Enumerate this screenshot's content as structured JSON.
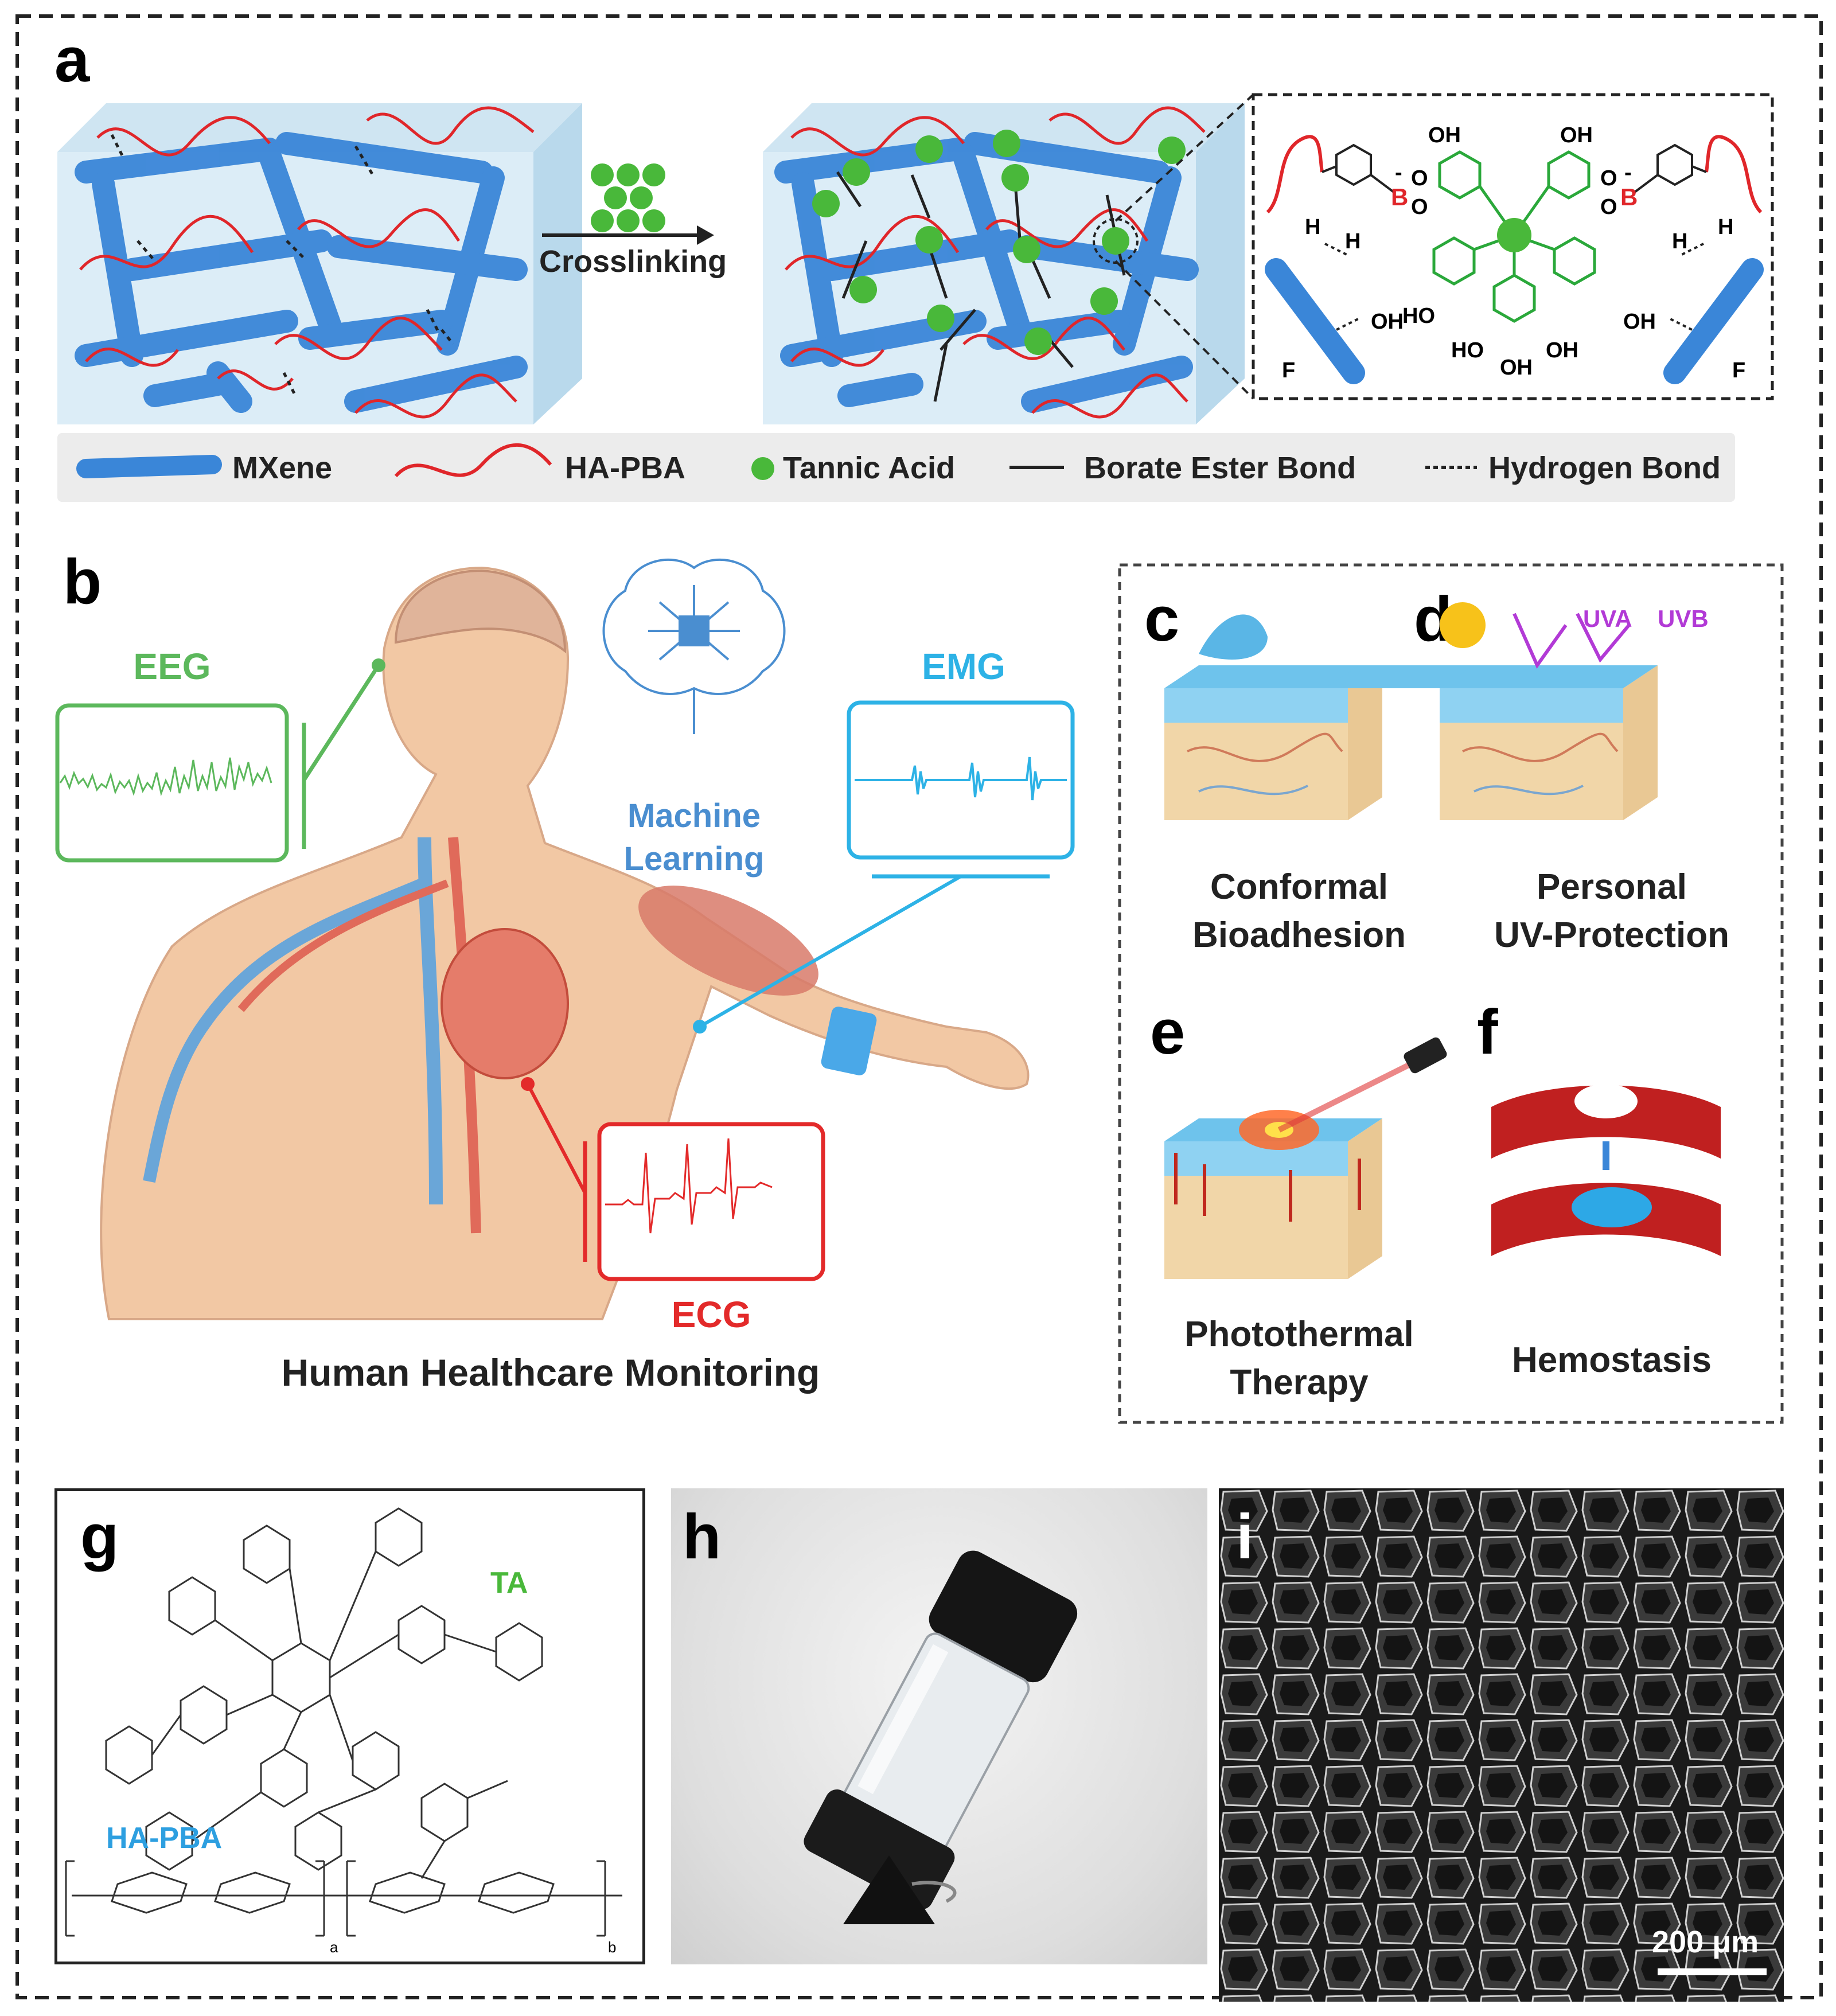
{
  "panels": {
    "a": "a",
    "b": "b",
    "c": "c",
    "d": "d",
    "e": "e",
    "f": "f",
    "g": "g",
    "h": "h",
    "i": "i"
  },
  "panel_a": {
    "arrow_label": "Crosslinking",
    "chem": {
      "OH": "OH",
      "HO": "HO",
      "H": "H",
      "O": "O",
      "B": "B",
      "F": "F",
      "minus": "-"
    },
    "legend": {
      "mxene": "MXene",
      "ha_pba": "HA-PBA",
      "tannic": "Tannic Acid",
      "borate": "Borate Ester Bond",
      "hydrogen": "Hydrogen Bond"
    }
  },
  "panel_b": {
    "eeg": "EEG",
    "emg": "EMG",
    "ml_line1": "Machine",
    "ml_line2": "Learning",
    "ecg": "ECG",
    "title": "Human Healthcare Monitoring"
  },
  "panel_cf": {
    "c_line1": "Conformal",
    "c_line2": "Bioadhesion",
    "d_line1": "Personal",
    "d_line2": "UV-Protection",
    "uva": "UVA",
    "uvb": "UVB",
    "e_line1": "Photothermal",
    "e_line2": "Therapy",
    "f_line1": "Hemostasis"
  },
  "panel_g": {
    "ta": "TA",
    "ha_pba": "HA-PBA",
    "sub_a": "a",
    "sub_b": "b"
  },
  "panel_i": {
    "scale_bar": "200 μm"
  },
  "colors": {
    "mxene_blue": "#3a86d8",
    "polymer_red": "#e0262a",
    "tannic_green": "#49b83a",
    "eeg_green": "#5cb85c",
    "emg_cyan": "#2db2e6",
    "ecg_red": "#e32a2a",
    "ml_blue": "#4a8ed0",
    "uv_purple": "#b23ad6"
  }
}
